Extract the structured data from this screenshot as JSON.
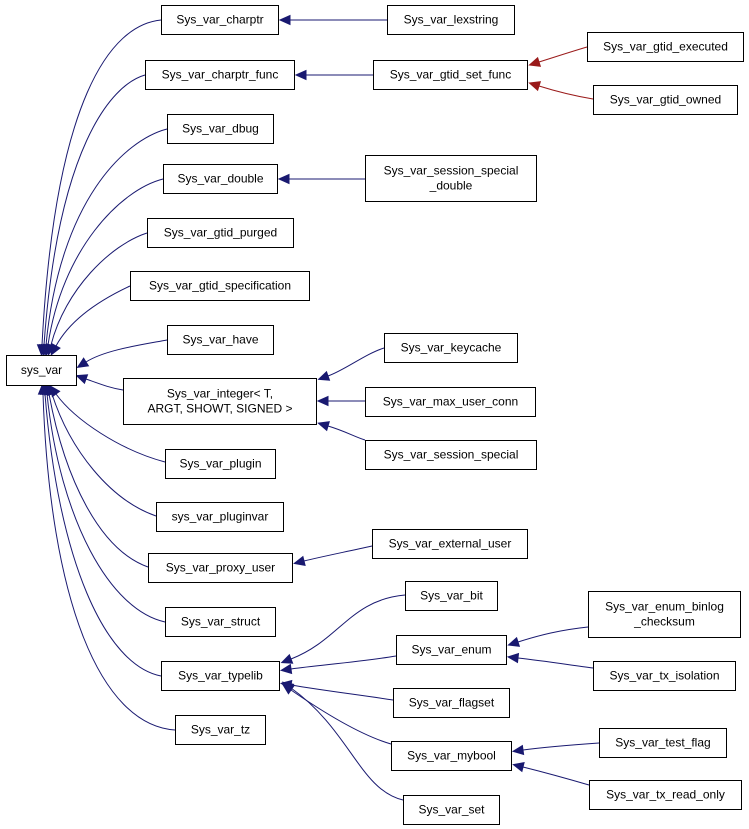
{
  "colors": {
    "node_border": "#000000",
    "node_fill": "#ffffff",
    "edge_inheritance": "#191970",
    "edge_template": "#9a1a1a",
    "text": "#000000"
  },
  "nodes": [
    {
      "id": "sys_var",
      "lines": [
        "sys_var"
      ]
    },
    {
      "id": "charptr",
      "lines": [
        "Sys_var_charptr"
      ]
    },
    {
      "id": "lexstring",
      "lines": [
        "Sys_var_lexstring"
      ]
    },
    {
      "id": "charptr_func",
      "lines": [
        "Sys_var_charptr_func"
      ]
    },
    {
      "id": "gtid_set_func",
      "lines": [
        "Sys_var_gtid_set_func"
      ]
    },
    {
      "id": "gtid_executed",
      "lines": [
        "Sys_var_gtid_executed"
      ]
    },
    {
      "id": "gtid_owned",
      "lines": [
        "Sys_var_gtid_owned"
      ]
    },
    {
      "id": "dbug",
      "lines": [
        "Sys_var_dbug"
      ]
    },
    {
      "id": "double",
      "lines": [
        "Sys_var_double"
      ]
    },
    {
      "id": "session_special_double",
      "lines": [
        "Sys_var_session_special",
        "_double"
      ]
    },
    {
      "id": "gtid_purged",
      "lines": [
        "Sys_var_gtid_purged"
      ]
    },
    {
      "id": "gtid_specification",
      "lines": [
        "Sys_var_gtid_specification"
      ]
    },
    {
      "id": "have",
      "lines": [
        "Sys_var_have"
      ]
    },
    {
      "id": "keycache",
      "lines": [
        "Sys_var_keycache"
      ]
    },
    {
      "id": "integer",
      "lines": [
        "Sys_var_integer< T,",
        "ARGT, SHOWT, SIGNED >"
      ]
    },
    {
      "id": "max_user_conn",
      "lines": [
        "Sys_var_max_user_conn"
      ]
    },
    {
      "id": "session_special",
      "lines": [
        "Sys_var_session_special"
      ]
    },
    {
      "id": "plugin",
      "lines": [
        "Sys_var_plugin"
      ]
    },
    {
      "id": "pluginvar",
      "lines": [
        "sys_var_pluginvar"
      ]
    },
    {
      "id": "proxy_user",
      "lines": [
        "Sys_var_proxy_user"
      ]
    },
    {
      "id": "external_user",
      "lines": [
        "Sys_var_external_user"
      ]
    },
    {
      "id": "struct",
      "lines": [
        "Sys_var_struct"
      ]
    },
    {
      "id": "bit",
      "lines": [
        "Sys_var_bit"
      ]
    },
    {
      "id": "enum_binlog_checksum",
      "lines": [
        "Sys_var_enum_binlog",
        "_checksum"
      ]
    },
    {
      "id": "enum",
      "lines": [
        "Sys_var_enum"
      ]
    },
    {
      "id": "typelib",
      "lines": [
        "Sys_var_typelib"
      ]
    },
    {
      "id": "tx_isolation",
      "lines": [
        "Sys_var_tx_isolation"
      ]
    },
    {
      "id": "flagset",
      "lines": [
        "Sys_var_flagset"
      ]
    },
    {
      "id": "tz",
      "lines": [
        "Sys_var_tz"
      ]
    },
    {
      "id": "mybool",
      "lines": [
        "Sys_var_mybool"
      ]
    },
    {
      "id": "test_flag",
      "lines": [
        "Sys_var_test_flag"
      ]
    },
    {
      "id": "tx_read_only",
      "lines": [
        "Sys_var_tx_read_only"
      ]
    },
    {
      "id": "set",
      "lines": [
        "Sys_var_set"
      ]
    }
  ],
  "edges": [
    {
      "from": "charptr",
      "to": "sys_var",
      "kind": "inheritance"
    },
    {
      "from": "charptr_func",
      "to": "sys_var",
      "kind": "inheritance"
    },
    {
      "from": "dbug",
      "to": "sys_var",
      "kind": "inheritance"
    },
    {
      "from": "double",
      "to": "sys_var",
      "kind": "inheritance"
    },
    {
      "from": "gtid_purged",
      "to": "sys_var",
      "kind": "inheritance"
    },
    {
      "from": "gtid_specification",
      "to": "sys_var",
      "kind": "inheritance"
    },
    {
      "from": "have",
      "to": "sys_var",
      "kind": "inheritance"
    },
    {
      "from": "integer",
      "to": "sys_var",
      "kind": "inheritance"
    },
    {
      "from": "plugin",
      "to": "sys_var",
      "kind": "inheritance"
    },
    {
      "from": "pluginvar",
      "to": "sys_var",
      "kind": "inheritance"
    },
    {
      "from": "proxy_user",
      "to": "sys_var",
      "kind": "inheritance"
    },
    {
      "from": "struct",
      "to": "sys_var",
      "kind": "inheritance"
    },
    {
      "from": "typelib",
      "to": "sys_var",
      "kind": "inheritance"
    },
    {
      "from": "tz",
      "to": "sys_var",
      "kind": "inheritance"
    },
    {
      "from": "lexstring",
      "to": "charptr",
      "kind": "inheritance"
    },
    {
      "from": "gtid_set_func",
      "to": "charptr_func",
      "kind": "inheritance"
    },
    {
      "from": "gtid_executed",
      "to": "gtid_set_func",
      "kind": "template"
    },
    {
      "from": "gtid_owned",
      "to": "gtid_set_func",
      "kind": "template"
    },
    {
      "from": "session_special_double",
      "to": "double",
      "kind": "inheritance"
    },
    {
      "from": "keycache",
      "to": "integer",
      "kind": "inheritance"
    },
    {
      "from": "max_user_conn",
      "to": "integer",
      "kind": "inheritance"
    },
    {
      "from": "session_special",
      "to": "integer",
      "kind": "inheritance"
    },
    {
      "from": "external_user",
      "to": "proxy_user",
      "kind": "inheritance"
    },
    {
      "from": "bit",
      "to": "typelib",
      "kind": "inheritance"
    },
    {
      "from": "enum",
      "to": "typelib",
      "kind": "inheritance"
    },
    {
      "from": "flagset",
      "to": "typelib",
      "kind": "inheritance"
    },
    {
      "from": "mybool",
      "to": "typelib",
      "kind": "inheritance"
    },
    {
      "from": "set",
      "to": "typelib",
      "kind": "inheritance"
    },
    {
      "from": "enum_binlog_checksum",
      "to": "enum",
      "kind": "inheritance"
    },
    {
      "from": "tx_isolation",
      "to": "enum",
      "kind": "inheritance"
    },
    {
      "from": "test_flag",
      "to": "mybool",
      "kind": "inheritance"
    },
    {
      "from": "tx_read_only",
      "to": "mybool",
      "kind": "inheritance"
    }
  ]
}
